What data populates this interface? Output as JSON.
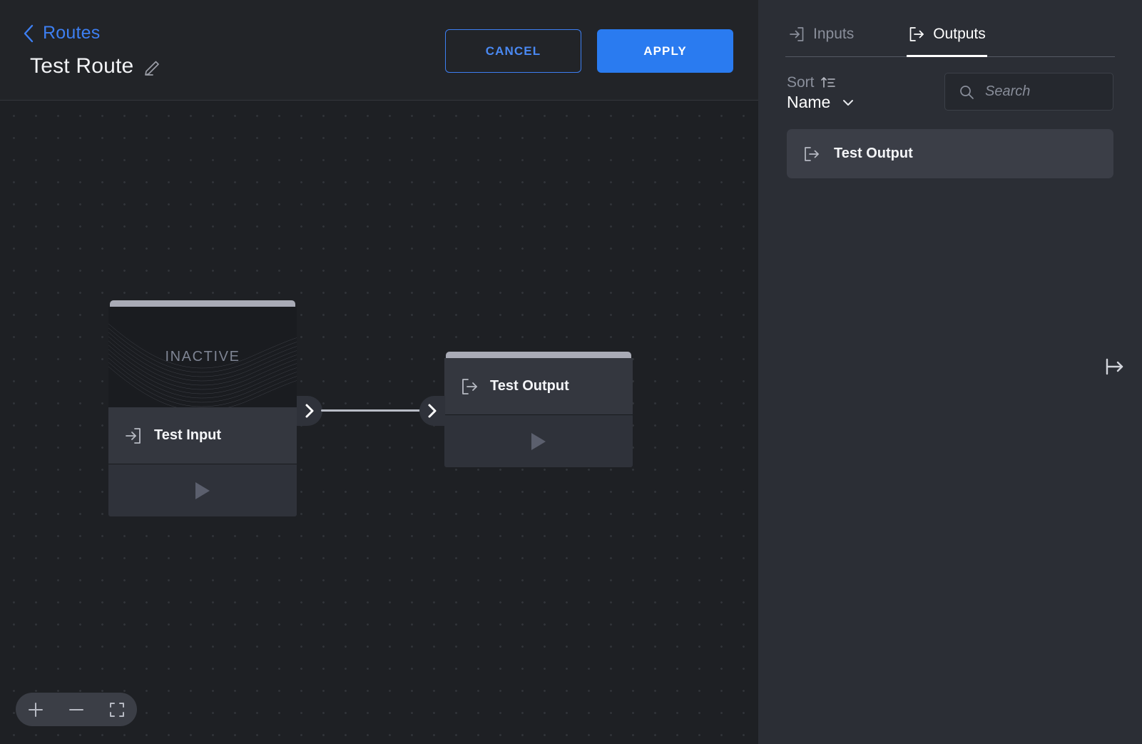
{
  "header": {
    "back_icon": "chevron-left-icon",
    "breadcrumb_label": "Routes",
    "title": "Test Route",
    "edit_icon": "pencil-icon",
    "cancel_label": "CANCEL",
    "apply_label": "APPLY",
    "accent_color": "#2a7bf0",
    "link_color": "#3d7ff2"
  },
  "canvas": {
    "nodes": [
      {
        "id": "test-input",
        "title": "Test Input",
        "icon": "input-arrow-icon",
        "status_label": "INACTIVE",
        "has_preview": true,
        "footer_icon": "play-icon"
      },
      {
        "id": "test-output",
        "title": "Test Output",
        "icon": "output-arrow-icon",
        "has_preview": false,
        "footer_icon": "play-icon"
      }
    ],
    "connection": {
      "from": "test-input",
      "to": "test-output",
      "port_icon": "chevron-right-icon",
      "line_color": "#b9bcc6"
    },
    "zoom_controls": {
      "zoom_in_icon": "plus-icon",
      "zoom_out_icon": "minus-icon",
      "fit_icon": "fit-screen-icon"
    }
  },
  "panel": {
    "tabs": [
      {
        "label": "Inputs",
        "icon": "input-arrow-icon",
        "active": false
      },
      {
        "label": "Outputs",
        "icon": "output-arrow-icon",
        "active": true
      }
    ],
    "sort": {
      "label": "Sort",
      "sort_icon": "sort-ascending-icon",
      "value": "Name",
      "chevron_icon": "chevron-down-icon"
    },
    "search": {
      "icon": "search-icon",
      "placeholder": "Search",
      "value": ""
    },
    "items": [
      {
        "label": "Test Output",
        "icon": "output-arrow-icon"
      }
    ],
    "collapse_icon": "collapse-panel-right-icon"
  }
}
